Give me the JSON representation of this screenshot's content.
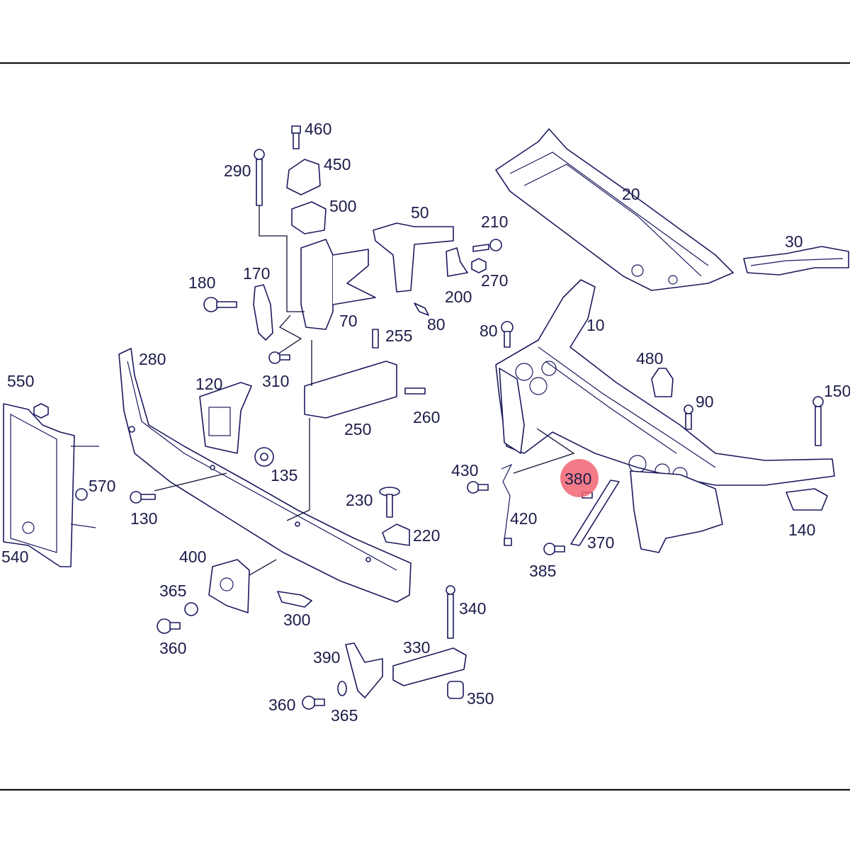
{
  "labels": {
    "p10": "10",
    "p20": "20",
    "p30": "30",
    "p50": "50",
    "p70": "70",
    "p80a": "80",
    "p80b": "80",
    "p90": "90",
    "p120": "120",
    "p130": "130",
    "p135": "135",
    "p140": "140",
    "p150": "150",
    "p170": "170",
    "p180": "180",
    "p200": "200",
    "p210": "210",
    "p220": "220",
    "p230": "230",
    "p250": "250",
    "p255": "255",
    "p260": "260",
    "p270": "270",
    "p280": "280",
    "p290": "290",
    "p300": "300",
    "p310": "310",
    "p330": "330",
    "p340": "340",
    "p350": "350",
    "p360a": "360",
    "p360b": "360",
    "p365a": "365",
    "p365b": "365",
    "p370": "370",
    "p380": "380",
    "p385": "385",
    "p390": "390",
    "p400": "400",
    "p420": "420",
    "p430": "430",
    "p450": "450",
    "p460": "460",
    "p480": "480",
    "p500": "500",
    "p540": "540",
    "p550": "550",
    "p570": "570"
  },
  "highlight": {
    "part": "380",
    "color": "#f06472"
  },
  "colors": {
    "ink": "#1a1a5e",
    "text": "#1c1c4a",
    "frame": "#111111"
  }
}
